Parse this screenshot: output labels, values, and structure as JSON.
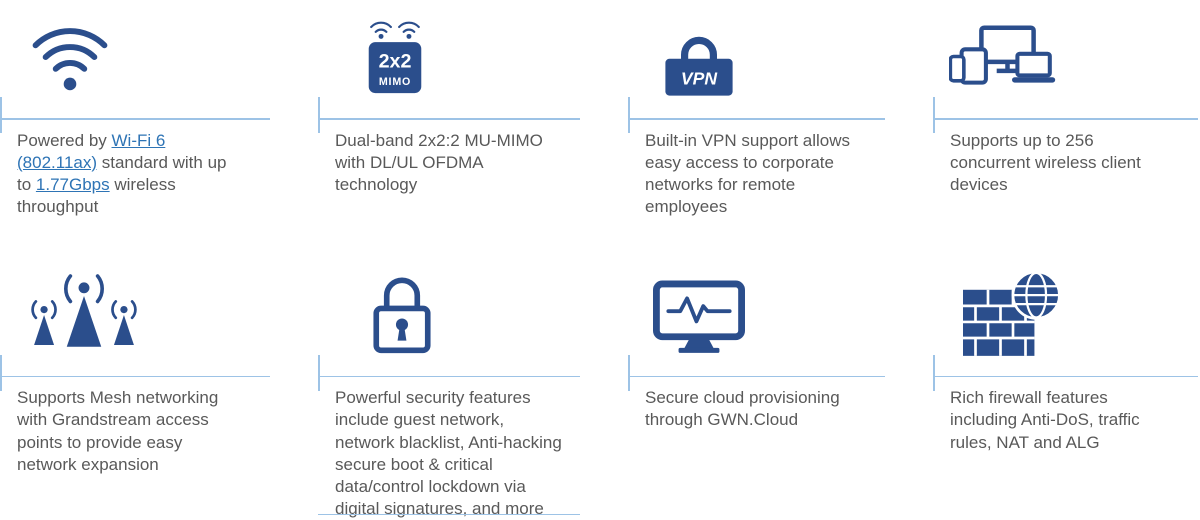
{
  "colors": {
    "icon_blue": "#2b4e8c",
    "divider_blue": "#9dc3e6",
    "text_gray": "#595959",
    "link_blue": "#2e74b5"
  },
  "features": [
    {
      "id": "wifi6",
      "icon": "wifi-icon",
      "parts": [
        {
          "text": "Powered by "
        },
        {
          "text": "Wi-Fi 6 (802.11ax)",
          "link": true
        },
        {
          "text": " standard with up to "
        },
        {
          "text": "1.77Gbps",
          "link": true
        },
        {
          "text": " wireless throughput"
        }
      ]
    },
    {
      "id": "mimo",
      "icon": "mimo-2x2-icon",
      "icon_labels": {
        "top": "2x2",
        "bottom": "MIMO"
      },
      "text": "Dual-band 2x2:2 MU-MIMO with DL/UL OFDMA technology"
    },
    {
      "id": "vpn",
      "icon": "vpn-icon",
      "icon_label": "VPN",
      "text": "Built-in VPN support allows easy access to corporate networks for remote employees"
    },
    {
      "id": "clients",
      "icon": "devices-icon",
      "text": "Supports up to 256 concurrent wireless client devices"
    },
    {
      "id": "mesh",
      "icon": "mesh-network-icon",
      "text": "Supports Mesh networking with Grandstream access points to provide easy network expansion"
    },
    {
      "id": "security",
      "icon": "padlock-icon",
      "text": "Powerful security features include guest network, network blacklist, Anti-hacking secure boot & critical data/control lockdown via digital signatures, and more"
    },
    {
      "id": "cloud",
      "icon": "monitor-pulse-icon",
      "text": "Secure cloud provisioning through GWN.Cloud"
    },
    {
      "id": "firewall",
      "icon": "firewall-globe-icon",
      "text": "Rich firewall features including Anti-DoS, traffic rules, NAT and ALG"
    }
  ]
}
